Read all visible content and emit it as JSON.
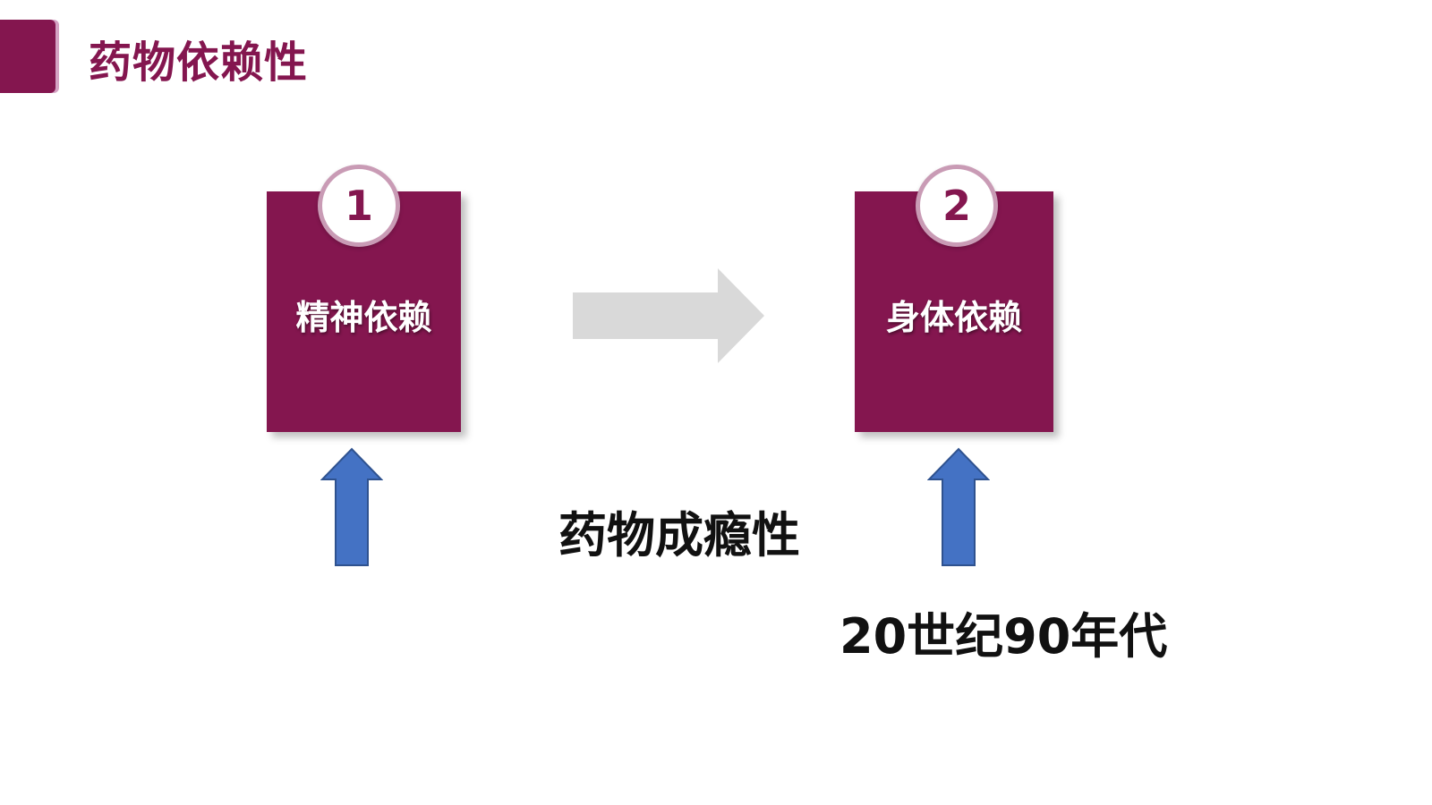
{
  "header": {
    "title": "药物依赖性"
  },
  "steps": [
    {
      "number": "1",
      "label": "精神依赖"
    },
    {
      "number": "2",
      "label": "身体依赖"
    }
  ],
  "notes": {
    "addiction": "药物成瘾性",
    "era": "20世纪90年代"
  },
  "colors": {
    "accent": "#84164f",
    "accent_light": "#d5a3c4",
    "badge_ring": "#c99bb5",
    "arrow_gray": "#d9d9d9",
    "arrow_blue": "#4472c4",
    "text_dark": "#111111"
  },
  "icons": {
    "transition_arrow": "right-arrow-icon",
    "origin_arrow": "up-arrow-icon"
  }
}
